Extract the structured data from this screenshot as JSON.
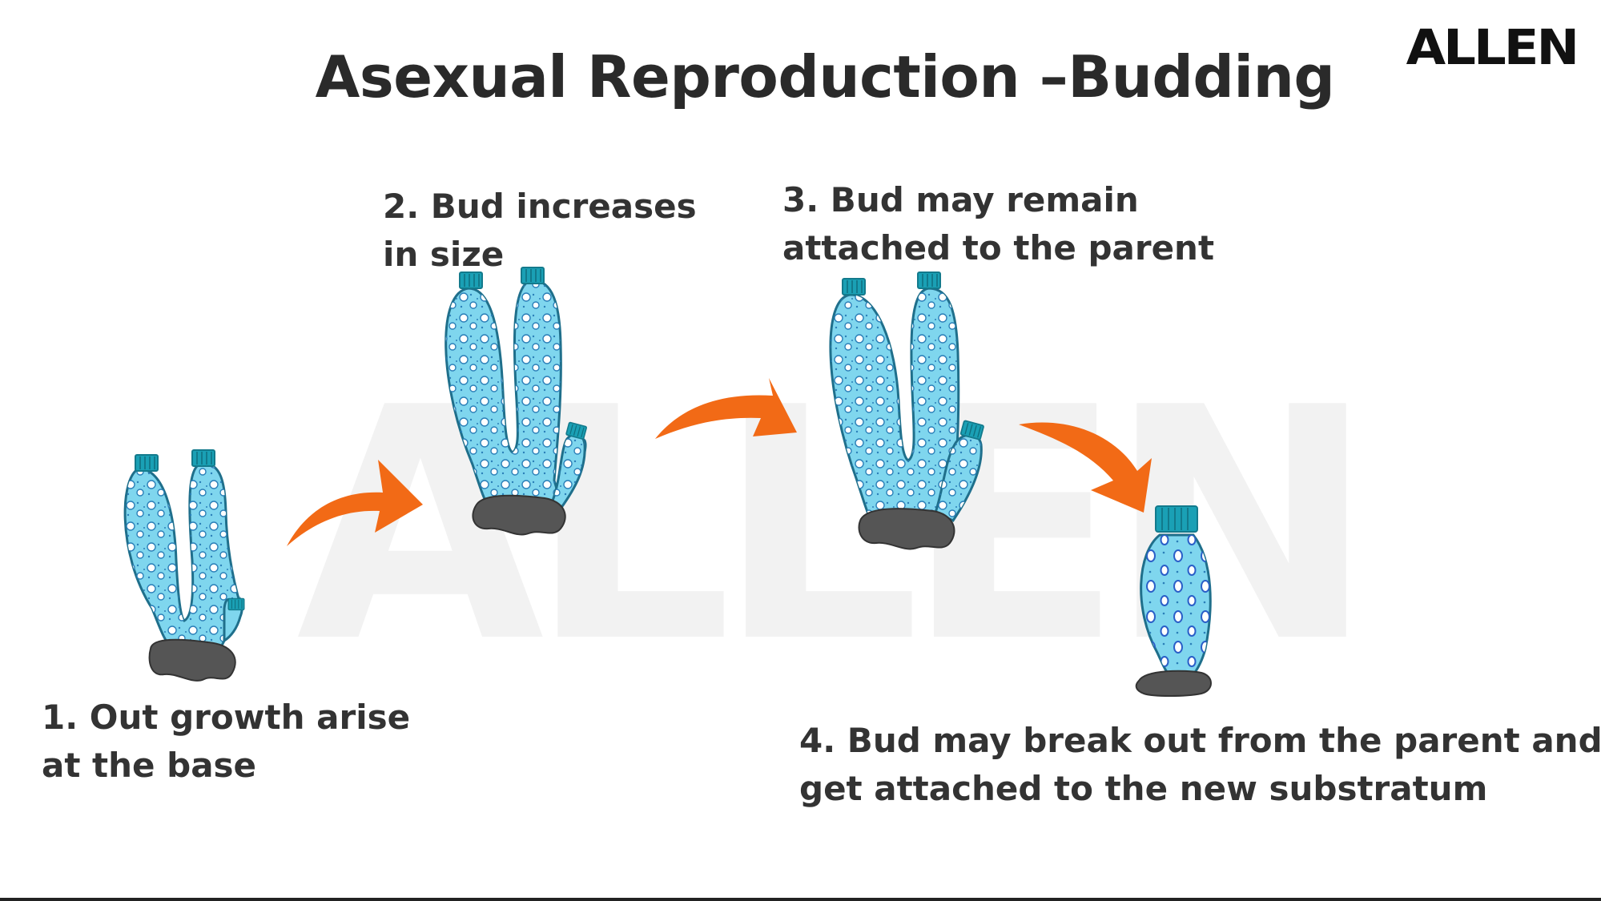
{
  "title": "Asexual Reproduction –Budding",
  "brand_logo": "ALLEN",
  "watermark": "ALLEN",
  "colors": {
    "hydra_fill": "#7fd6ee",
    "hydra_stroke": "#1f6f8b",
    "tentacle_top": "#1aa0b5",
    "substrate": "#555555",
    "arrow": "#f26a16",
    "text": "#333333"
  },
  "steps": [
    {
      "line1": "1. Out growth arise",
      "line2": "at the base"
    },
    {
      "line1": "2. Bud increases",
      "line2": "in size"
    },
    {
      "line1": "3. Bud may remain",
      "line2": "attached to the parent"
    },
    {
      "line1": "4. Bud may break out from the parent and",
      "line2": "get attached to the new substratum"
    }
  ],
  "icons": [
    "curved-arrow-icon",
    "hydra-icon"
  ]
}
